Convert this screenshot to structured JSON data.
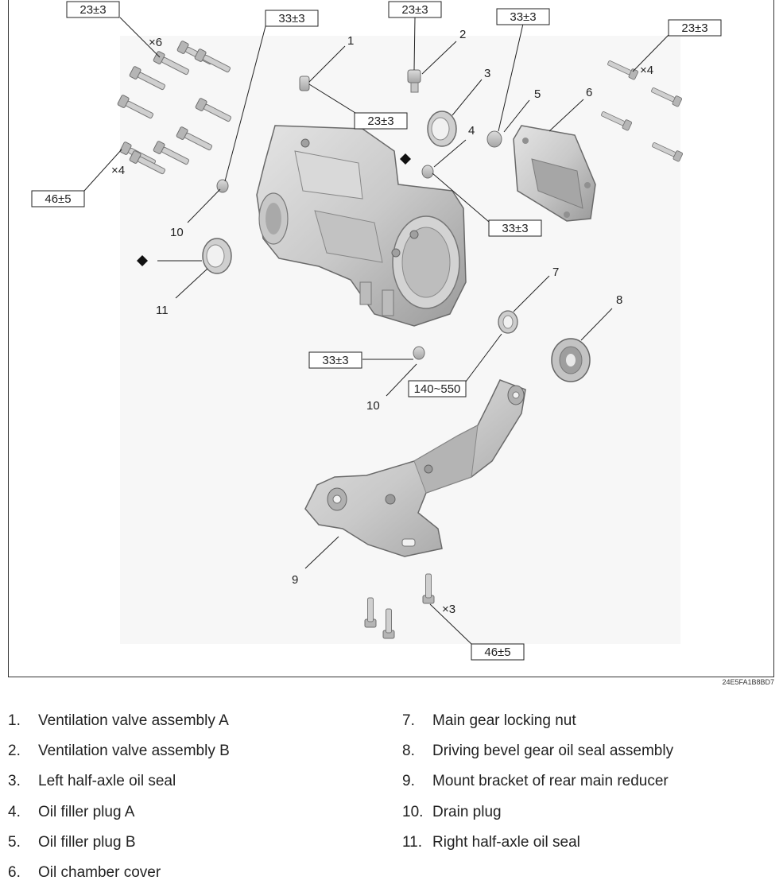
{
  "figure": {
    "code": "24E5FA1B8BD7",
    "multipliers": {
      "x6": "×6",
      "x4_left": "×4",
      "x4_right": "×4",
      "x3": "×3"
    },
    "torques": {
      "t1": "23±3",
      "t2": "33±3",
      "t3": "23±3",
      "t4": "33±3",
      "t5": "23±3",
      "t6": "46±5",
      "t7": "23±3",
      "t8": "33±3",
      "t9": "33±3",
      "t10": "140~550",
      "t11": "46±5"
    },
    "callouts": {
      "c1": "1",
      "c2": "2",
      "c3": "3",
      "c4": "4",
      "c5": "5",
      "c6": "6",
      "c7": "7",
      "c8": "8",
      "c9": "9",
      "c10a": "10",
      "c10b": "10",
      "c11": "11"
    }
  },
  "legend": {
    "left": [
      {
        "num": "1.",
        "text": "Ventilation valve assembly A"
      },
      {
        "num": "2.",
        "text": "Ventilation valve assembly B"
      },
      {
        "num": "3.",
        "text": "Left half-axle oil seal"
      },
      {
        "num": "4.",
        "text": "Oil filler plug A"
      },
      {
        "num": "5.",
        "text": "Oil filler plug B"
      },
      {
        "num": "6.",
        "text": "Oil chamber cover"
      }
    ],
    "right": [
      {
        "num": "7.",
        "text": "Main gear locking nut"
      },
      {
        "num": "8.",
        "text": "Driving bevel gear oil seal assembly"
      },
      {
        "num": "9.",
        "text": "Mount bracket of rear main reducer"
      },
      {
        "num": "10.",
        "text": "Drain plug"
      },
      {
        "num": "11.",
        "text": "Right half-axle oil seal"
      }
    ]
  }
}
